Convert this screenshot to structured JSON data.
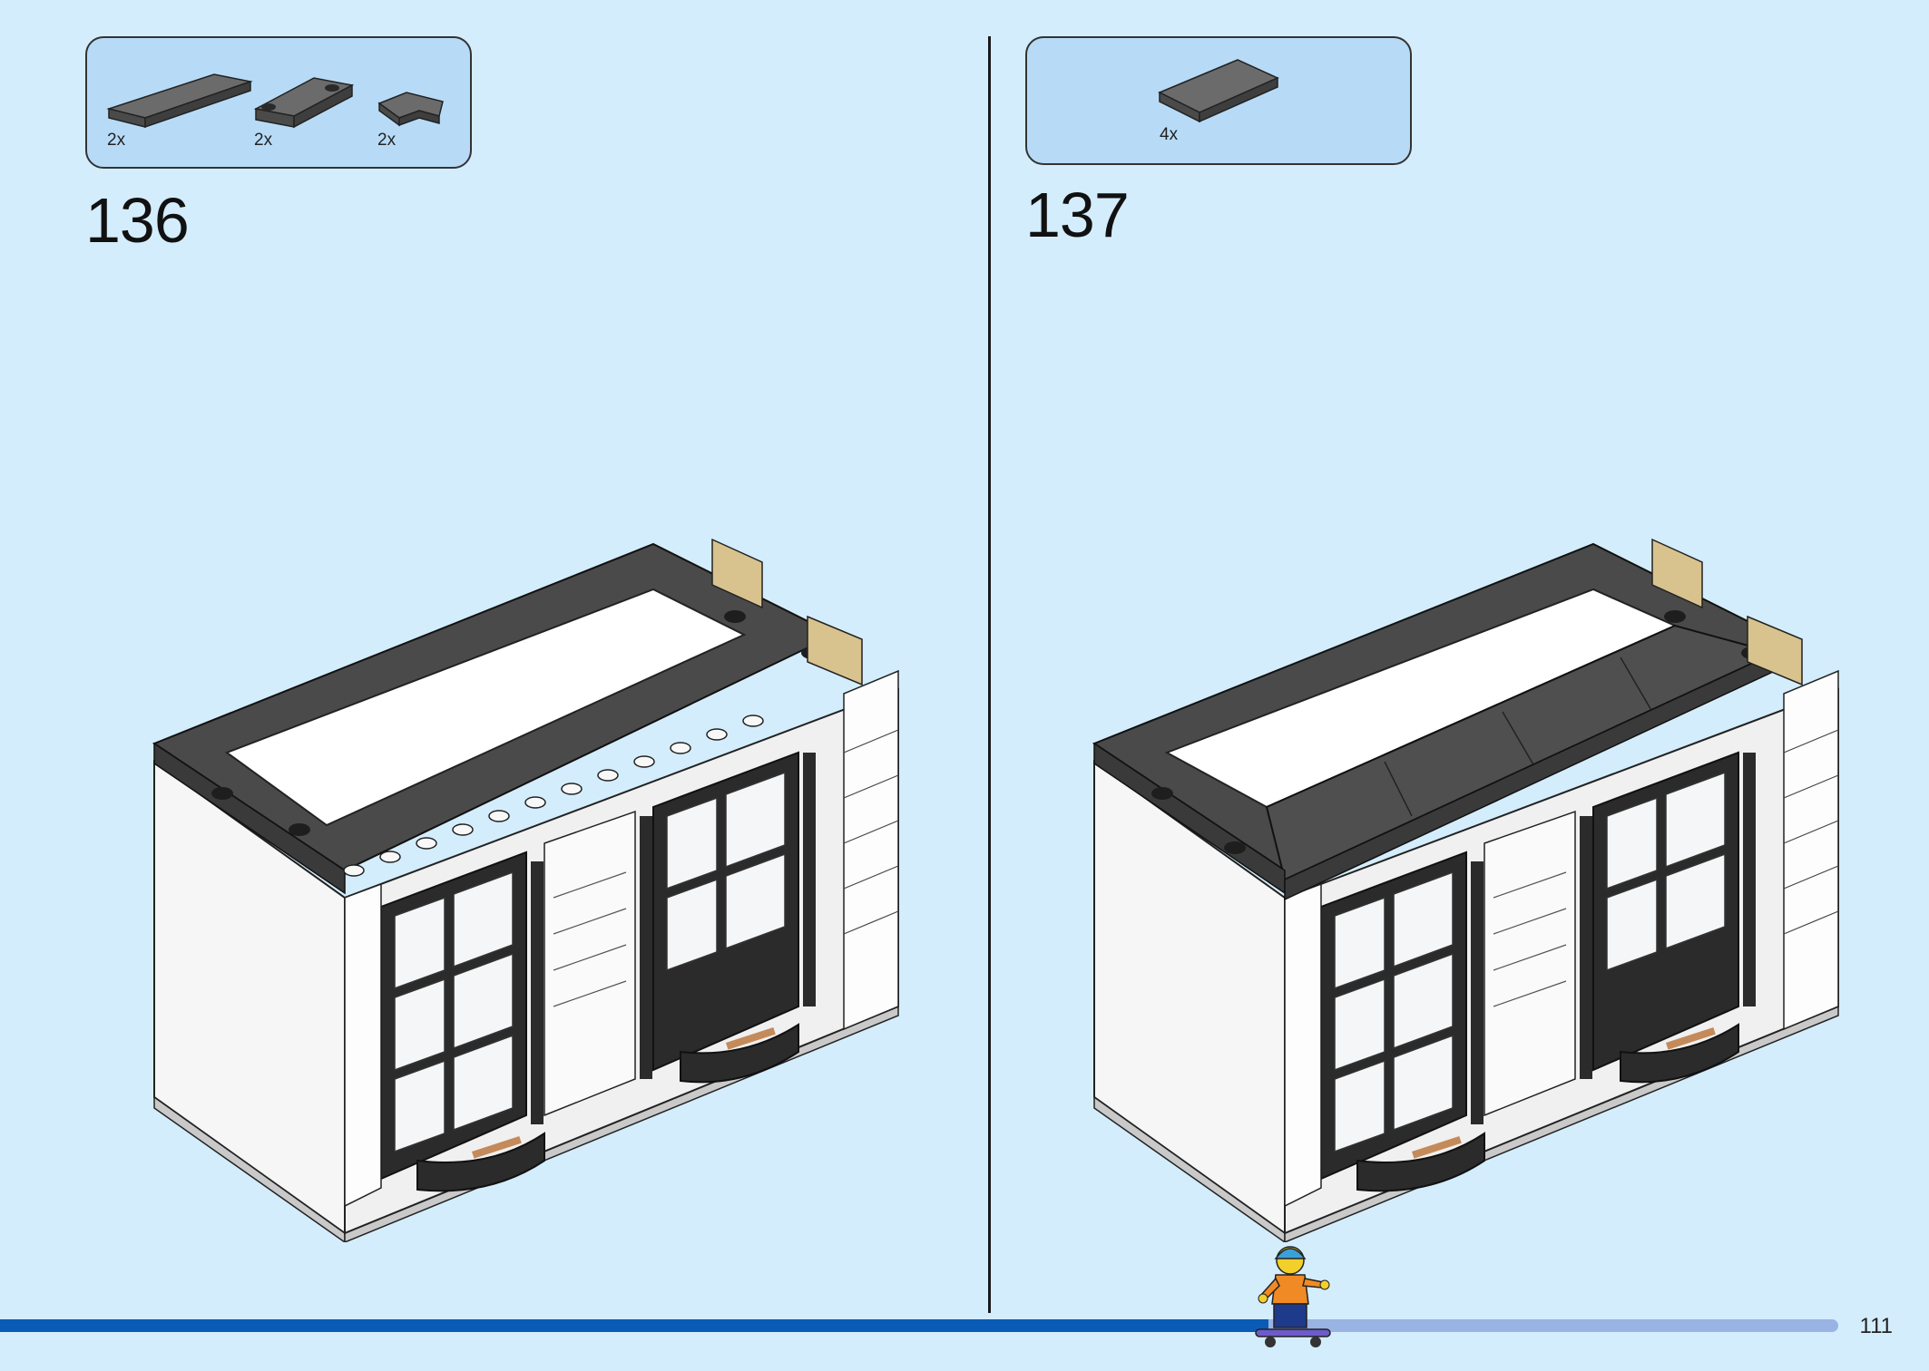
{
  "left_step": {
    "number": "136",
    "parts": [
      {
        "icon": "tile-1x6-dark-grey",
        "count": "2x"
      },
      {
        "icon": "plate-1x4-two-studs-dark-grey",
        "count": "2x"
      },
      {
        "icon": "tile-corner-2x2-dark-grey",
        "count": "2x"
      }
    ]
  },
  "right_step": {
    "number": "137",
    "parts": [
      {
        "icon": "tile-2x4-dark-grey",
        "count": "4x"
      }
    ]
  },
  "footer": {
    "page_number": "111",
    "progress": 0.69
  },
  "colors": {
    "background": "#d4edfc",
    "parts_box": "#b7dbf7",
    "progress_fill": "#0a5bb6",
    "progress_track": "#9ab3e5",
    "brick_dark": "#4a4a4a",
    "brick_white": "#f6f6f6",
    "brick_tan": "#d8c38f"
  }
}
